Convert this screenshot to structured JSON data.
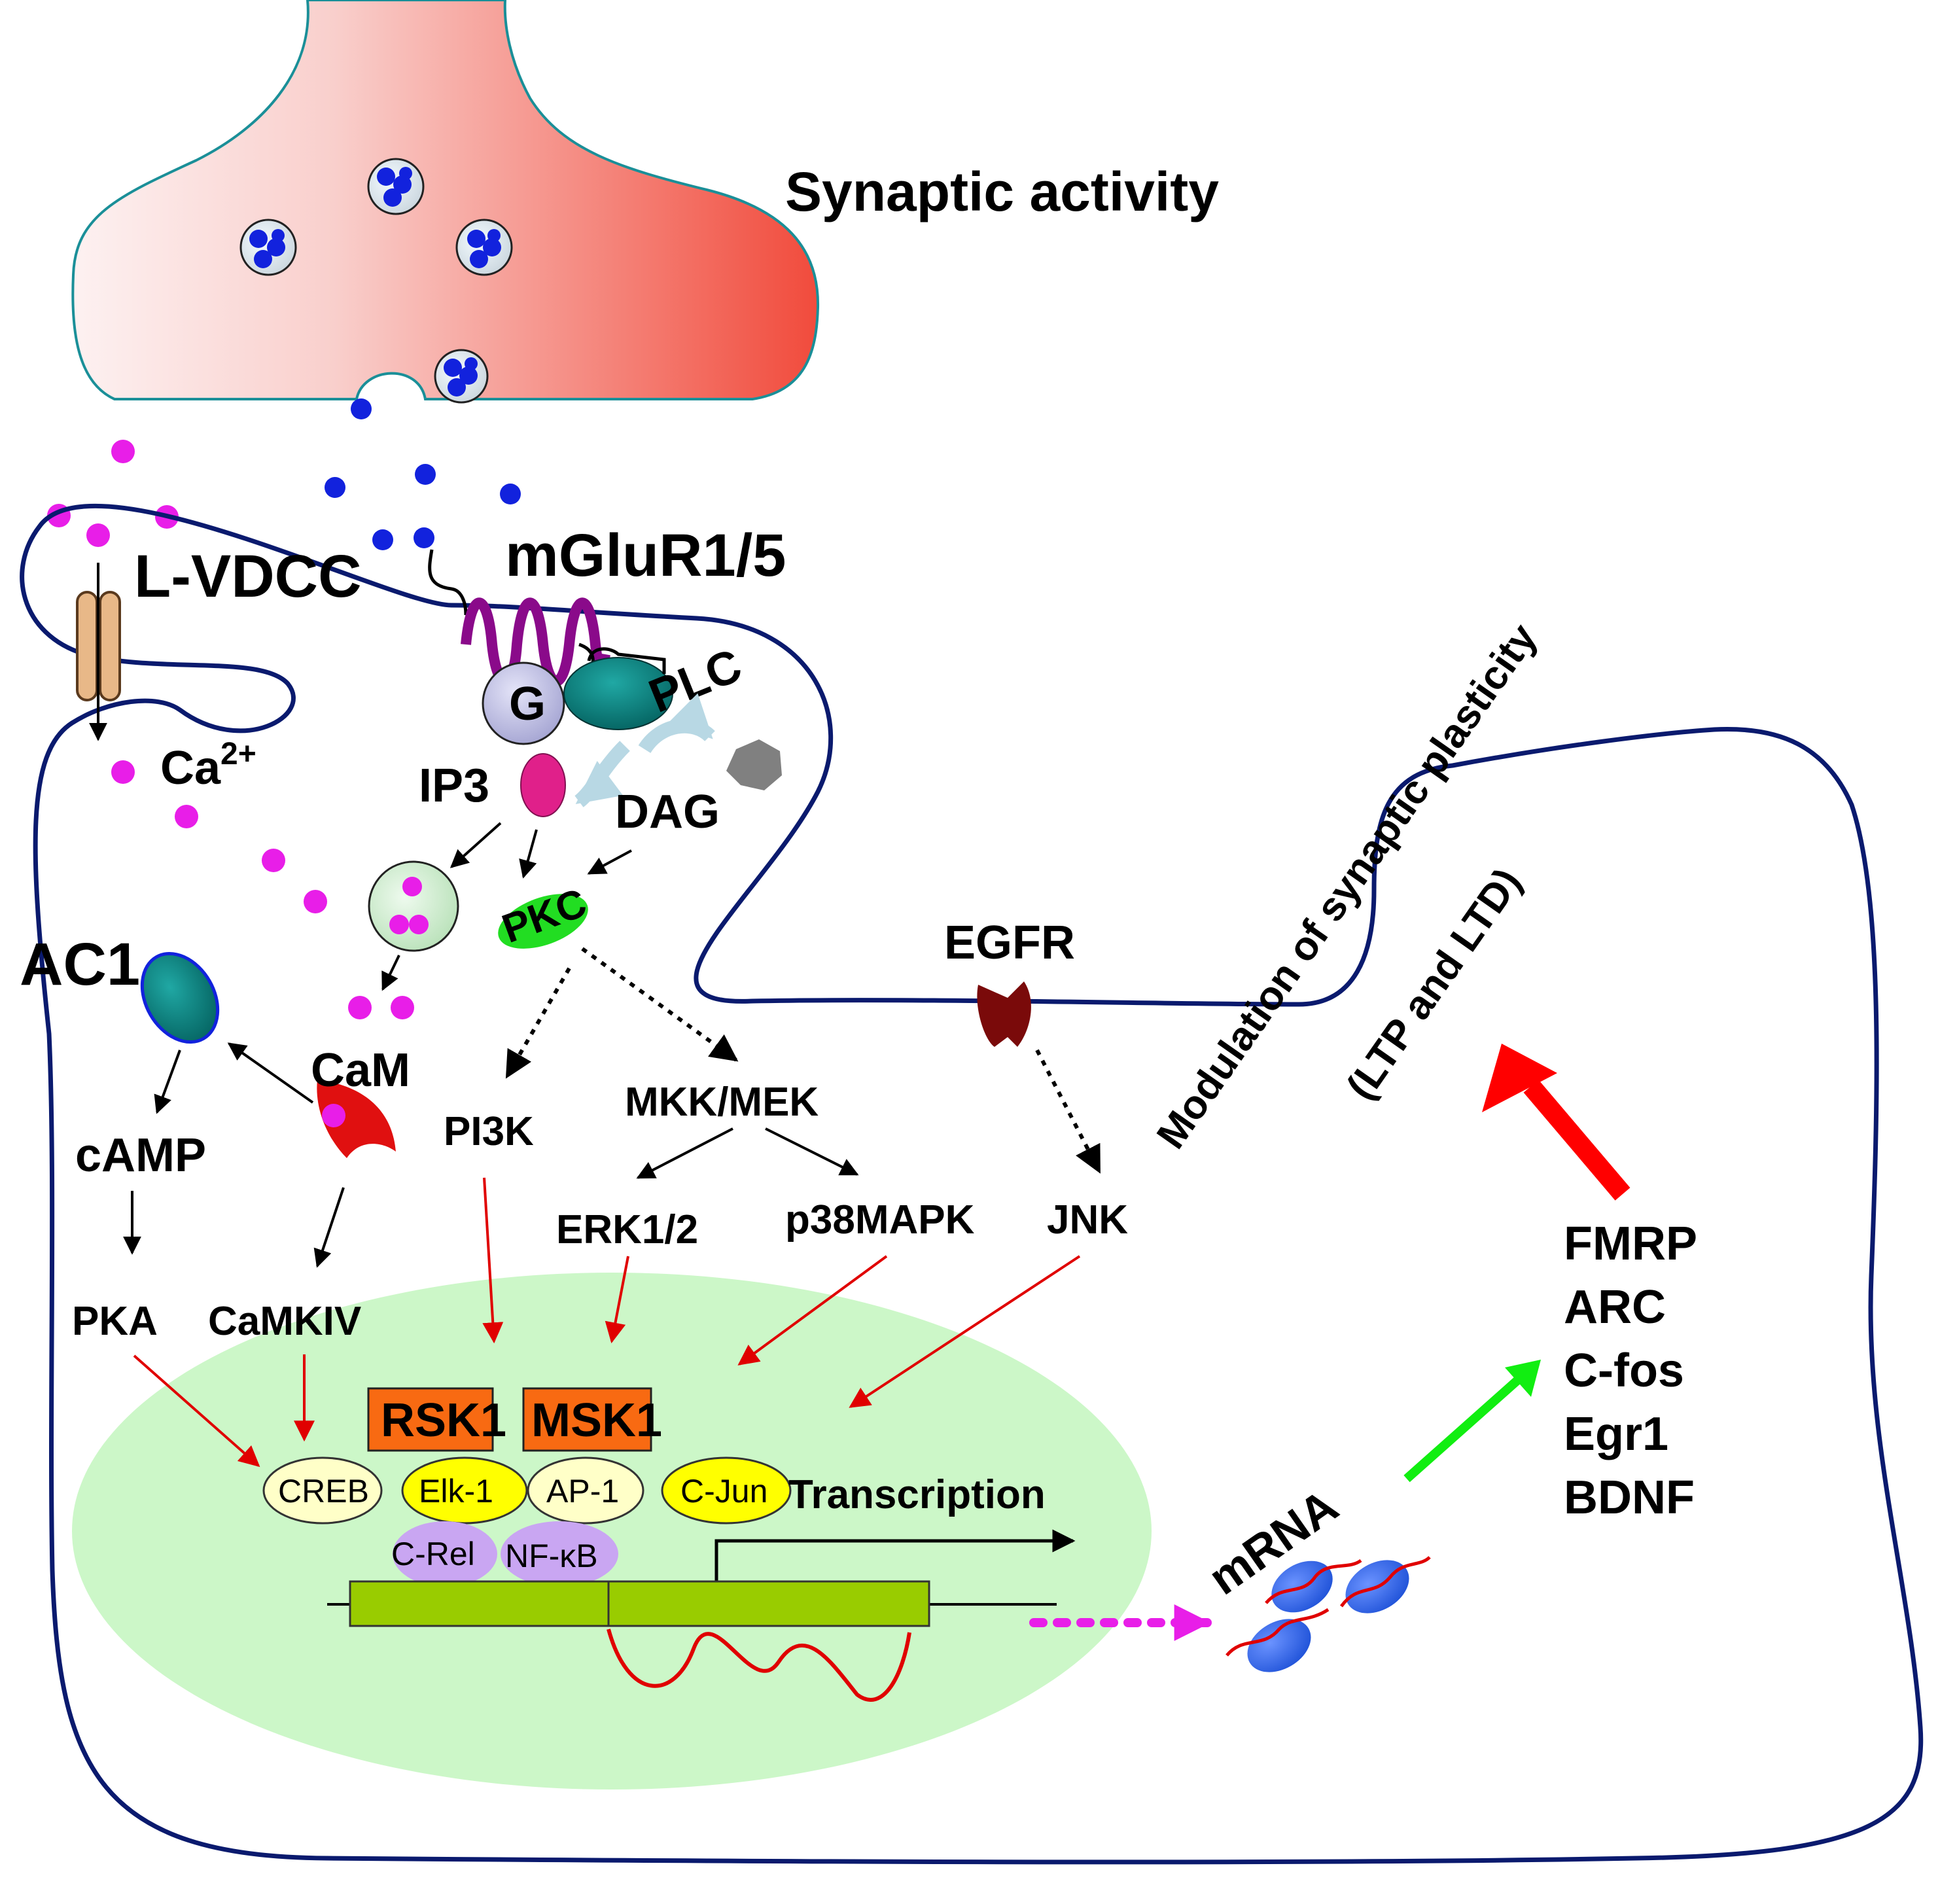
{
  "title": "Synaptic activity",
  "labels": {
    "l_vdcc": "L-VDCC",
    "mglur": "mGluR1/5",
    "g": "G",
    "plc": "PLC",
    "ca_base": "Ca",
    "ca_sup": "2+",
    "ip3": "IP3",
    "dag": "DAG",
    "pkc": "PKC",
    "ac1": "AC1",
    "cam": "CaM",
    "egfr": "EGFR",
    "camp": "cAMP",
    "pi3k": "PI3K",
    "mkk": "MKK/MEK",
    "erk": "ERK1/2",
    "p38": "p38MAPK",
    "jnk": "JNK",
    "pka": "PKA",
    "camkiv": "CaMKIV",
    "rsk1": "RSK1",
    "msk1": "MSK1",
    "creb": "CREB",
    "elk1": "Elk-1",
    "ap1": "AP-1",
    "cjun": "C-Jun",
    "crel": "C-Rel",
    "nfkb": "NF-κB",
    "transcription": "Transcription",
    "mrna": "mRNA",
    "modulation_line1": "Modulation of synaptic plasticity",
    "modulation_line2": "(LTP and LTD)"
  },
  "gene_products": [
    "FMRP",
    "ARC",
    "C-fos",
    "Egr1",
    "BDNF"
  ],
  "colors": {
    "membrane": "#0a1a6e",
    "nucleus": "#ccf7c8",
    "presyn_light": "#fbeaea",
    "presyn_dark": "#f25a4a",
    "vesicle_dot": "#1222dd",
    "calcium": "#e81ee8",
    "teal": "#0b7a78",
    "pkc": "#22dd22",
    "red_arrow": "#e00000",
    "green_arrow": "#11ee11",
    "orange_box": "#f86a12",
    "yellow_tf": "#ffff00",
    "pale_tf": "#ffffc8",
    "lilac": "#c9a6f2",
    "gene_box": "#99cc00",
    "egfr": "#7a0a0a",
    "channel": "#e8b888"
  }
}
